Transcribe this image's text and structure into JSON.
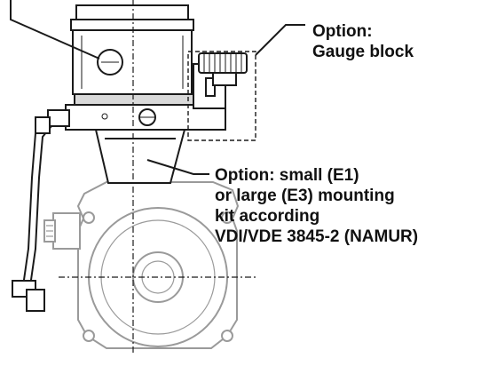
{
  "callouts": {
    "gauge_block": {
      "lines": [
        "Option:",
        "Gauge block"
      ]
    },
    "mounting_kit": {
      "lines": [
        "Option: small (E1)",
        "or large (E3) mounting",
        "kit according",
        "VDI/VDE 3845-2 (NAMUR)"
      ]
    }
  },
  "colors": {
    "line": "#1a1a1a",
    "housing_fill": "#ffffff",
    "housing_grey": "#d9d9d9",
    "faded": "#9a9a9a"
  }
}
